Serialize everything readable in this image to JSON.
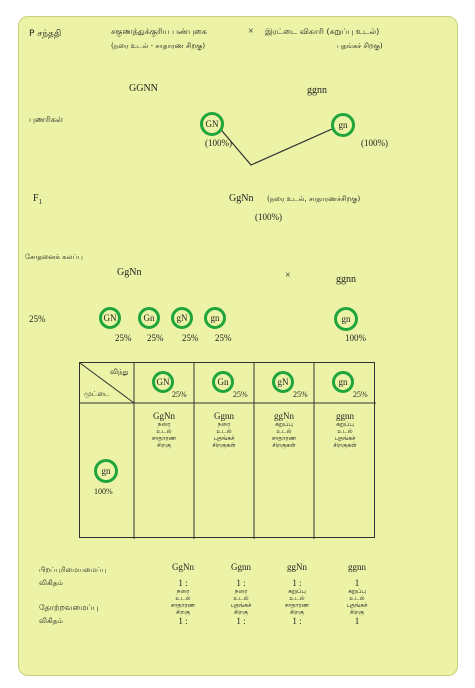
{
  "header": {
    "label": "P சந்ததி",
    "parent1_line1": "சகுணத்துக்குரிய பண்புகை",
    "cross": "×",
    "parent2_line1": "இரட்டை விகாரி (கறுப்பு உடல்)",
    "parent1_line2": "(நரை உடல் - சாதாரண சிறகு)",
    "parent2_line2": "புதங்கச் சிறகு)"
  },
  "parents": {
    "g1": "GGNN",
    "g2": "ggnn",
    "label": "புணரிகள்",
    "gam1": "GN",
    "gam1_pct": "(100%)",
    "gam2": "gn",
    "gam2_pct": "(100%)"
  },
  "f1": {
    "label": "F",
    "sub": "1",
    "genotype": "GgNn",
    "phen": "(நரை உடல், சாதாரணச்சிறகு)",
    "pct": "(100%)"
  },
  "test": {
    "label": "சோதனைக் கலப்பு",
    "g1": "GgNn",
    "cross": "×",
    "g2": "ggnn",
    "row_pct": "25%",
    "gametes": [
      {
        "name": "GN",
        "pct": "25%"
      },
      {
        "name": "Gn",
        "pct": "25%"
      },
      {
        "name": "gN",
        "pct": "25%"
      },
      {
        "name": "gn",
        "pct": "25%"
      }
    ],
    "g2_gamete": "gn",
    "g2_pct": "100%"
  },
  "table": {
    "corner_top": "விந்து",
    "corner_bottom": "முட்டை",
    "head": [
      {
        "name": "GN",
        "pct": "25%"
      },
      {
        "name": "Gn",
        "pct": "25%"
      },
      {
        "name": "gN",
        "pct": "25%"
      },
      {
        "name": "gn",
        "pct": "25%"
      }
    ],
    "row_gamete": "gn",
    "row_pct": "100%",
    "cells": [
      {
        "geno": "GgNn",
        "l1": "நரை",
        "l2": "உடல்",
        "l3": "சாதாரண",
        "l4": "சிறகு"
      },
      {
        "geno": "Ggnn",
        "l1": "நரை",
        "l2": "உடல்",
        "l3": "புதங்கச்",
        "l4": "சிறகுகள்"
      },
      {
        "geno": "ggNn",
        "l1": "கறுப்பு",
        "l2": "உடல்",
        "l3": "சாதாரண",
        "l4": "சிறகுகள்"
      },
      {
        "geno": "ggnn",
        "l1": "கறுப்பு",
        "l2": "உடல்",
        "l3": "புதங்கச்",
        "l4": "சிறகுகள்"
      }
    ]
  },
  "ratios": {
    "geno_label1": "பிறப்புரிமையமைப்பு",
    "geno_label2": "விகிதம்",
    "pheno_label1": "தோற்றவமைப்பு",
    "pheno_label2": "விகிதம்",
    "cols": [
      {
        "geno": "GgNn",
        "r": "1 :",
        "l1": "நரை",
        "l2": "உடல்",
        "l3": "சாதாரண",
        "l4": "சிறகு",
        "r2": "1 :"
      },
      {
        "geno": "Ggnn",
        "r": "1 :",
        "l1": "நரை",
        "l2": "உடல்",
        "l3": "புதங்கச்",
        "l4": "சிறகு",
        "r2": "1 :"
      },
      {
        "geno": "ggNn",
        "r": "1 :",
        "l1": "கறுப்பு",
        "l2": "உடல்",
        "l3": "சாதாரண",
        "l4": "சிறகு",
        "r2": "1 :"
      },
      {
        "geno": "ggnn",
        "r": "1",
        "l1": "கறுப்பு",
        "l2": "உடல்",
        "l3": "புதங்கச்",
        "l4": "சிறகு",
        "r2": "1"
      }
    ]
  },
  "colors": {
    "card": "#ecf3a6",
    "circle": "#1fa53b"
  }
}
